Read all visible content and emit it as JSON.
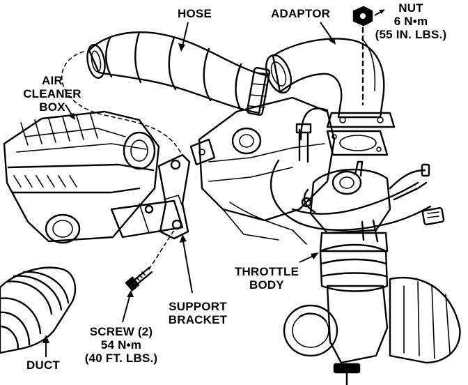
{
  "labels": {
    "hose": "HOSE",
    "adaptor": "ADAPTOR",
    "nut": {
      "line1": "NUT",
      "line2": "6 N•m",
      "line3": "(55 IN. LBS.)"
    },
    "air_cleaner_box": {
      "line1": "AIR",
      "line2": "CLEANER",
      "line3": "BOX"
    },
    "throttle_body": {
      "line1": "THROTTLE",
      "line2": "BODY"
    },
    "support_bracket": {
      "line1": "SUPPORT",
      "line2": "BRACKET"
    },
    "screw": {
      "line1": "SCREW (2)",
      "line2": "54 N•m",
      "line3": "(40 FT. LBS.)"
    },
    "duct": "DUCT"
  },
  "colors": {
    "ink": "#000000",
    "paper": "#ffffff"
  }
}
